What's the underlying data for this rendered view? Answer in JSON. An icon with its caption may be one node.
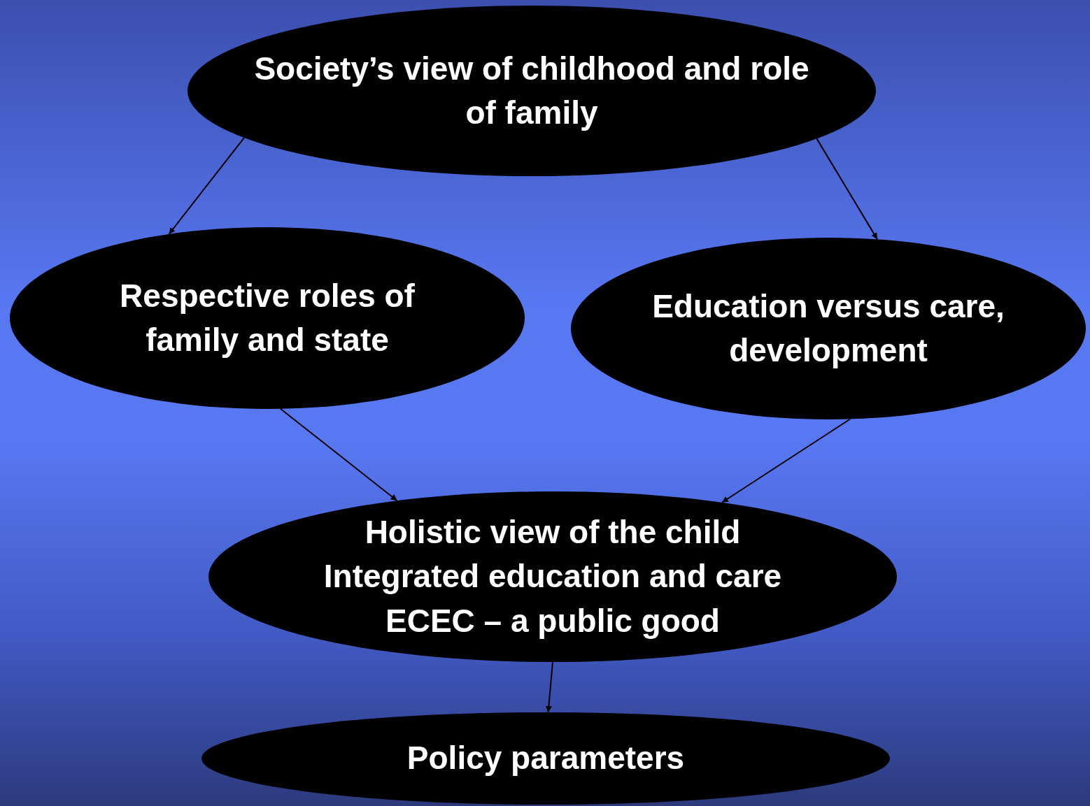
{
  "diagram": {
    "nodes": [
      {
        "text": [
          "Society’s view of childhood and role of family"
        ]
      },
      {
        "text": [
          "Respective roles of family and state"
        ]
      },
      {
        "text": [
          "Education versus care, development"
        ]
      },
      {
        "text": [
          "Holistic view of the child",
          "Integrated education and care",
          "ECEC – a public good"
        ]
      },
      {
        "text": [
          "Policy parameters"
        ]
      }
    ],
    "edges": [
      {
        "from": 0,
        "to": 1,
        "arrow": "to"
      },
      {
        "from": 0,
        "to": 2,
        "arrow": "to"
      },
      {
        "from": 1,
        "to": 3,
        "arrow": "to"
      },
      {
        "from": 2,
        "to": 3,
        "arrow": "to"
      },
      {
        "from": 3,
        "to": 4,
        "arrow": "to"
      }
    ]
  }
}
